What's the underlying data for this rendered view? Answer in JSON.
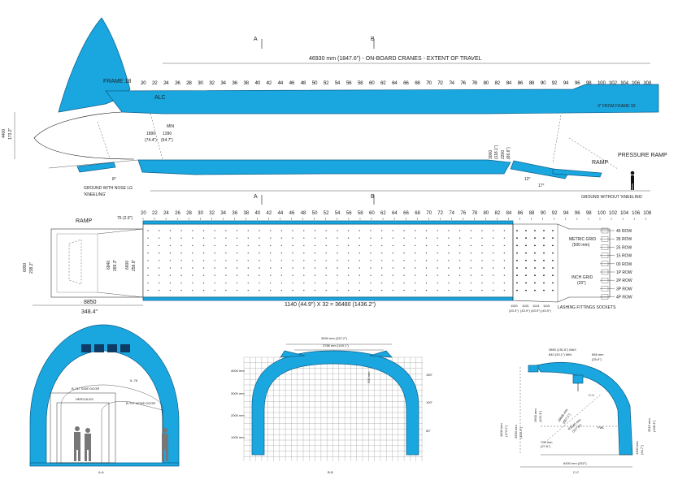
{
  "top_view": {
    "section_a_label": "A",
    "section_b_label": "B",
    "crane_travel": "46930 mm (1847.6\") - ON-BOARD CRANES - EXTENT OF TRAVEL",
    "frame_label": "FRAME 18",
    "frames": [
      "20",
      "22",
      "24",
      "26",
      "28",
      "30",
      "32",
      "34",
      "36",
      "38",
      "40",
      "42",
      "44",
      "46",
      "48",
      "50",
      "52",
      "54",
      "56",
      "58",
      "60",
      "62",
      "64",
      "66",
      "68",
      "70",
      "72",
      "74",
      "76",
      "78",
      "80",
      "82",
      "84",
      "86",
      "88",
      "90",
      "92",
      "94",
      "96",
      "98",
      "100",
      "102",
      "104",
      "106",
      "108"
    ],
    "alc": "ALC",
    "min": "MIN",
    "dim_1890": "1890",
    "dim_1390": "1390",
    "dim_744": "(74.4\")",
    "dim_547": "(54.7\")",
    "height_4400": "4400",
    "height_1732": "173.2\"",
    "from_frame": "3\" FROM FRAME 93",
    "dim_3000": "3000",
    "dim_1181": "(118.1\")",
    "dim_2200": "2200",
    "dim_866": "(86.6\")",
    "pressure_ramp": "PRESSURE RAMP",
    "ramp": "RAMP",
    "angle_8": "8°",
    "angle_12": "12°",
    "angle_17": "17°",
    "ground_kneeling": "GROUND WITH NOSE LG",
    "kneeling": "'KNEELING'",
    "ground_without": "GROUND WITHOUT 'KNEELING'"
  },
  "floor_view": {
    "ramp": "RAMP",
    "dim_75": "75 (2.9\")",
    "dim_6050": "6050",
    "dim_2382": "238.2\"",
    "dim_6840": "6840",
    "dim_2693": "269.3\"",
    "dim_6600": "6600",
    "dim_2559": "259.9\"",
    "dim_8850": "8850",
    "dim_3484": "348.4\"",
    "lashing_grid": "1140 (44.9\") X 32 = 36480 (1436.2\")",
    "d1100": "1100",
    "d1100i": "(43.3\")",
    "d1115a": "1115",
    "d1115ai": "(43.9\")",
    "d1114": "1114",
    "d1114i": "(43.9\")",
    "d1115b": "1115",
    "d1115bi": "(43.9\")",
    "metric_grid": "METRIC GRID",
    "metric_mm": "(500 mm)",
    "inch_grid": "INCH GRID",
    "inch_in": "(20\")",
    "lashing": "LASHING FITTINGS SOCKETS",
    "rows": [
      "45 ROW",
      "35 ROW",
      "25 ROW",
      "15 ROW",
      "00 ROW",
      "1P ROW",
      "2P ROW",
      "3P ROW",
      "4P ROW"
    ]
  },
  "section_aa": {
    "il76": "IL-76",
    "b747_side": "B-747 SIDE DOOR",
    "hercules": "HERCULES",
    "b747_nose": "B-747 NOSE DOOR",
    "caption": "A-A"
  },
  "section_bb": {
    "w3994": "3994 mm (157.2\")",
    "w3786": "3786 mm (149.1\")",
    "h4000": "4000 mm",
    "h3000": "3000 mm",
    "h2000": "2000 mm",
    "h1000": "1000 mm",
    "r150": "150\"",
    "r100": "100\"",
    "r50": "50\"",
    "inner": "500 mm",
    "caption": "B-B"
  },
  "section_cc": {
    "top1": "3850 (151.6\") MAX",
    "top2": "840 (33.1\") MIN",
    "top3": "658 mm",
    "top3i": "(25.9\")",
    "h4400": "4400 mm",
    "h4400i": "(173.2\")",
    "h3950": "3950 mm",
    "h3950i": "(155.5\")",
    "h2600": "2600 mm",
    "h2600i": "(102.4\")",
    "r16690": "16690 mm",
    "r16690i": "(657.1\")",
    "r3240": "R3240 mm",
    "r3240i": "(127.6\")",
    "d700": "700 mm",
    "d700i": "(27.6\")",
    "fwl": "FWL",
    "cc": "C-C",
    "h3515": "3515 mm",
    "h3515i": "(138.4\")",
    "h1390": "1390 mm",
    "h1390i": "(54.7\")",
    "w6400": "6400 mm (252\")",
    "caption": "C-C"
  },
  "colors": {
    "fuselage": "#1aa7e0",
    "outline": "#0b5d86"
  }
}
